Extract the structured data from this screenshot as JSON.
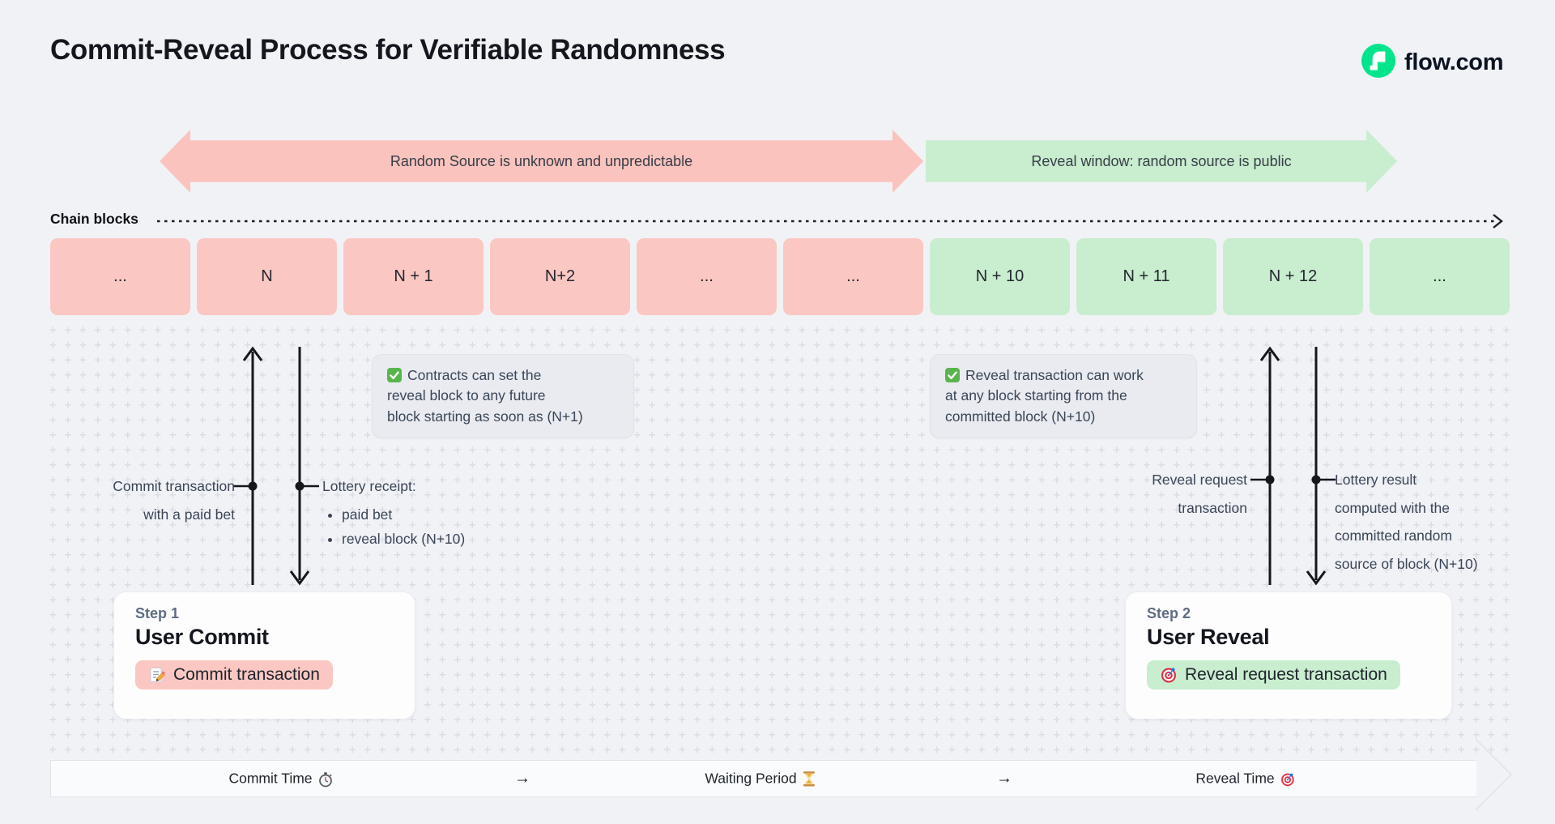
{
  "page": {
    "title": "Commit-Reveal Process for Verifiable Randomness",
    "brand": "flow.com"
  },
  "colors": {
    "background": "#F1F2F6",
    "pink": "#FBC7C2",
    "green": "#C9EDCF",
    "flow_green": "#00EF8B",
    "note_background": "#E9EBF0",
    "check_green": "#58B54C",
    "text_dark": "#14171E",
    "text_slate": "#3A4556"
  },
  "top_arrows": {
    "left": "Random Source is unknown and unpredictable",
    "right": "Reveal window: random source is public"
  },
  "chain": {
    "label": "Chain blocks",
    "blocks": [
      {
        "label": "...",
        "phase": "pink"
      },
      {
        "label": "N",
        "phase": "pink"
      },
      {
        "label": "N + 1",
        "phase": "pink"
      },
      {
        "label": "N+2",
        "phase": "pink"
      },
      {
        "label": "...",
        "phase": "pink"
      },
      {
        "label": "...",
        "phase": "pink"
      },
      {
        "label": "N + 10",
        "phase": "green"
      },
      {
        "label": "N + 11",
        "phase": "green"
      },
      {
        "label": "N + 12",
        "phase": "green"
      },
      {
        "label": "...",
        "phase": "green"
      }
    ]
  },
  "notes": {
    "left": {
      "icon": "check-icon",
      "line1": "Contracts can set the",
      "line2": "reveal block to any future",
      "line3": "block starting as soon as (N+1)"
    },
    "right": {
      "icon": "check-icon",
      "line1": "Reveal transaction can work",
      "line2": "at any block starting from the",
      "line3": "committed block (N+10)"
    }
  },
  "annotations": {
    "commit": {
      "line1": "Commit transaction",
      "line2": "with a paid bet"
    },
    "receipt": {
      "title": "Lottery receipt:",
      "bullets": [
        "paid bet",
        "reveal block (N+10)"
      ]
    },
    "reveal": {
      "line1": "Reveal request",
      "line2": "transaction"
    },
    "result": {
      "line1": "Lottery result",
      "line2": "computed with the",
      "line3": "committed random",
      "line4": "source of block (N+10)"
    }
  },
  "steps": [
    {
      "step": "Step 1",
      "title": "User Commit",
      "button": {
        "icon": "memo-icon",
        "label": "Commit transaction"
      }
    },
    {
      "step": "Step 2",
      "title": "User Reveal",
      "button": {
        "icon": "target-icon",
        "label": "Reveal request transaction"
      }
    }
  ],
  "timeline": {
    "items": [
      {
        "label": "Commit Time",
        "icon": "stopwatch-icon"
      },
      {
        "label": "→"
      },
      {
        "label": "Waiting Period",
        "icon": "hourglass-icon"
      },
      {
        "label": "→"
      },
      {
        "label": "Reveal Time",
        "icon": "target-icon"
      }
    ]
  }
}
